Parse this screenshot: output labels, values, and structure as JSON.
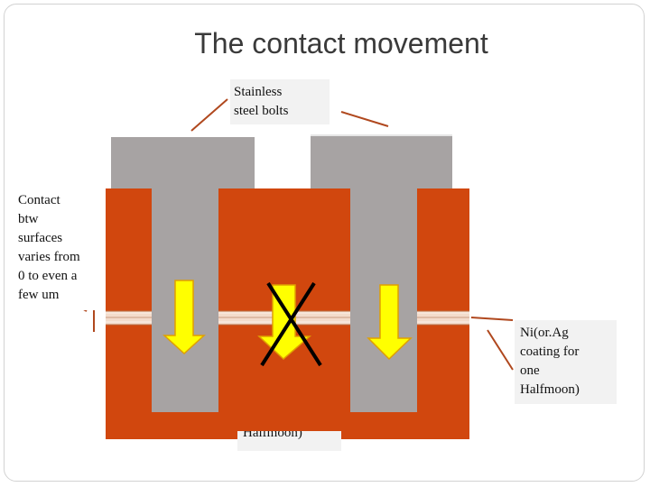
{
  "slide": {
    "title": "The contact movement",
    "labels": {
      "bolts_line1": "Stainless",
      "bolts_line2": "steel bolts",
      "contact_lines": [
        "Contact",
        "btw",
        "surfaces",
        "varies from",
        "0 to even a",
        "few um"
      ],
      "coating_line1": "Ni(or.Ag",
      "coating_line2": "coating for",
      "coating_line3": "one",
      "coating_line4": "Halfmoon)",
      "hidden_label": "Halfmoon)"
    }
  },
  "colors": {
    "copper": "#d1470e",
    "steel": "#a7a3a3",
    "arrow_fill": "#ffff00",
    "arrow_stroke": "#e0a000",
    "pointer": "#b0481e",
    "cross": "#000000"
  }
}
